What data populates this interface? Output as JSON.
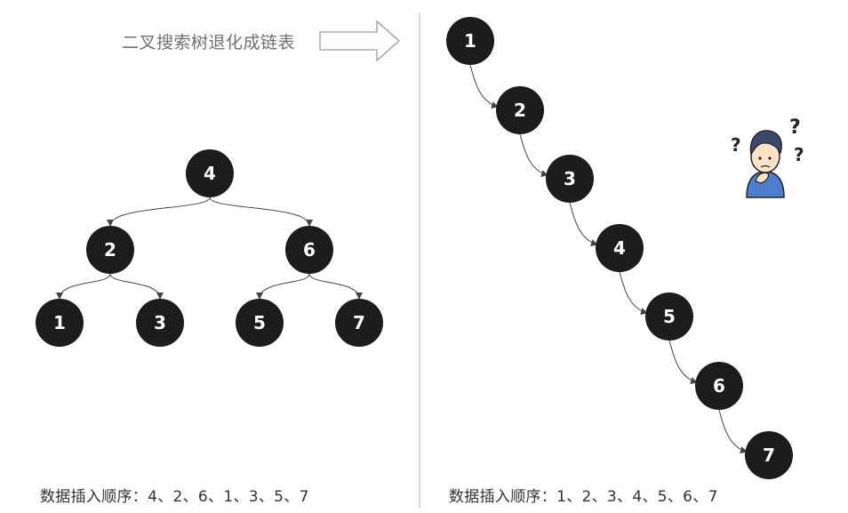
{
  "title": "二叉搜索树退化成链表",
  "colors": {
    "node": "#1c1c1c",
    "edge": "#444444",
    "divider": "#bdbdbd",
    "arrow_outline": "#9a9a9a"
  },
  "left_tree": {
    "caption": "数据插入顺序：4、2、6、1、3、5、7",
    "nodes": [
      "4",
      "2",
      "6",
      "1",
      "3",
      "5",
      "7"
    ],
    "edges": [
      [
        "4",
        "2"
      ],
      [
        "4",
        "6"
      ],
      [
        "2",
        "1"
      ],
      [
        "2",
        "3"
      ],
      [
        "6",
        "5"
      ],
      [
        "6",
        "7"
      ]
    ]
  },
  "right_chain": {
    "caption": "数据插入顺序：1、2、3、4、5、6、7",
    "nodes": [
      "1",
      "2",
      "3",
      "4",
      "5",
      "6",
      "7"
    ],
    "edges": [
      [
        "1",
        "2"
      ],
      [
        "2",
        "3"
      ],
      [
        "3",
        "4"
      ],
      [
        "4",
        "5"
      ],
      [
        "5",
        "6"
      ],
      [
        "6",
        "7"
      ]
    ]
  },
  "icons": {
    "arrow": "right-arrow-icon",
    "thinking": "confused-person-icon"
  }
}
